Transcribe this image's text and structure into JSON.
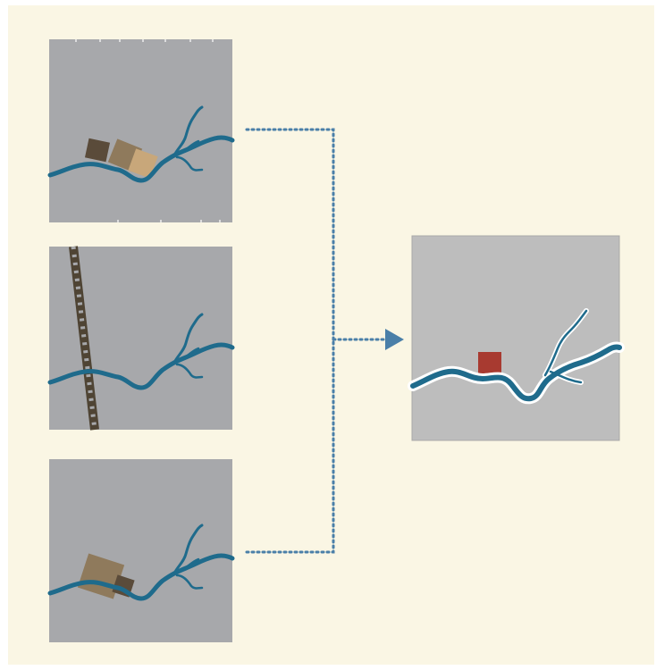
{
  "diagram": {
    "description_panels": [
      {
        "id": "panel-1",
        "content": "map-river-buildings"
      },
      {
        "id": "panel-2",
        "content": "map-river-railway"
      },
      {
        "id": "panel-3",
        "content": "map-river-buildings-alt"
      },
      {
        "id": "panel-result",
        "content": "map-river-merged"
      }
    ],
    "colors": {
      "background": "#faf6e4",
      "panel_gray": "#a7a8ab",
      "result_gray": "#bdbdbd",
      "river": "#1f6b8c",
      "connector": "#4a7fa8",
      "building_dark": "#5a4b3a",
      "building_mid": "#8f7a5c",
      "building_light": "#c8a77a",
      "railway": "#4f4434",
      "marker_red": "#a83a30",
      "river_outline": "#ffffff"
    }
  }
}
